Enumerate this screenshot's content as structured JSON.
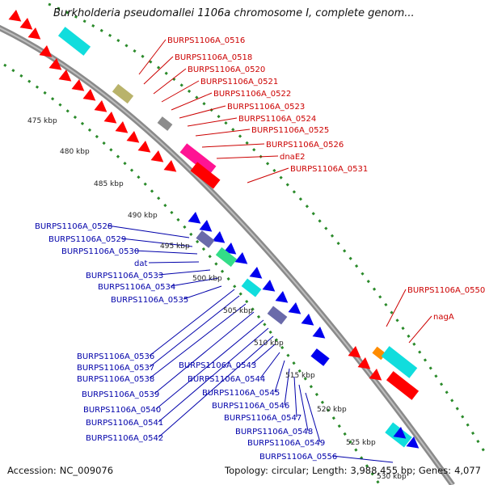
{
  "title": "Burkholderia pseudomallei 1106a chromosome I, complete genom...",
  "footer": {
    "accession_label": "Accession:",
    "accession": "NC_009076",
    "topology_label": "Topology:",
    "topology": "circular;",
    "length_label": "Length:",
    "length": "3,988,455 bp;",
    "genes_label": "Genes:",
    "genes": "4,077"
  },
  "colors": {
    "forward_label": "#cc0000",
    "reverse_label": "#0000aa",
    "backbone": "#8a8a8a",
    "ticks": "#2a8a2a",
    "red": "#ff0000",
    "blue": "#0000ee",
    "cyan": "#11dddd",
    "magenta": "#ff1493",
    "olive": "#b9b36b",
    "gray": "#8c8c8c",
    "slate": "#6a6aaa",
    "orange": "#ff8c00",
    "green": "#33dd88"
  },
  "ticks": [
    "475 kbp",
    "480 kbp",
    "485 kbp",
    "490 kbp",
    "495 kbp",
    "500 kbp",
    "505 kbp",
    "510 kbp",
    "515 kbp",
    "520 kbp",
    "525 kbp",
    "530 kbp"
  ],
  "forward_genes": [
    "BURPS1106A_0516",
    "BURPS1106A_0518",
    "BURPS1106A_0520",
    "BURPS1106A_0521",
    "BURPS1106A_0522",
    "BURPS1106A_0523",
    "BURPS1106A_0524",
    "BURPS1106A_0525",
    "BURPS1106A_0526",
    "dnaE2",
    "BURPS1106A_0531",
    "BURPS1106A_0550",
    "nagA"
  ],
  "reverse_genes": [
    "BURPS1106A_0528",
    "BURPS1106A_0529",
    "BURPS1106A_0530",
    "dat",
    "BURPS1106A_0533",
    "BURPS1106A_0534",
    "BURPS1106A_0535",
    "BURPS1106A_0536",
    "BURPS1106A_0537",
    "BURPS1106A_0538",
    "BURPS1106A_0539",
    "BURPS1106A_0540",
    "BURPS1106A_0541",
    "BURPS1106A_0542",
    "BURPS1106A_0543",
    "BURPS1106A_0544",
    "BURPS1106A_0545",
    "BURPS1106A_0546",
    "BURPS1106A_0547",
    "BURPS1106A_0548",
    "BURPS1106A_0549",
    "BURPS1106A_0556"
  ]
}
